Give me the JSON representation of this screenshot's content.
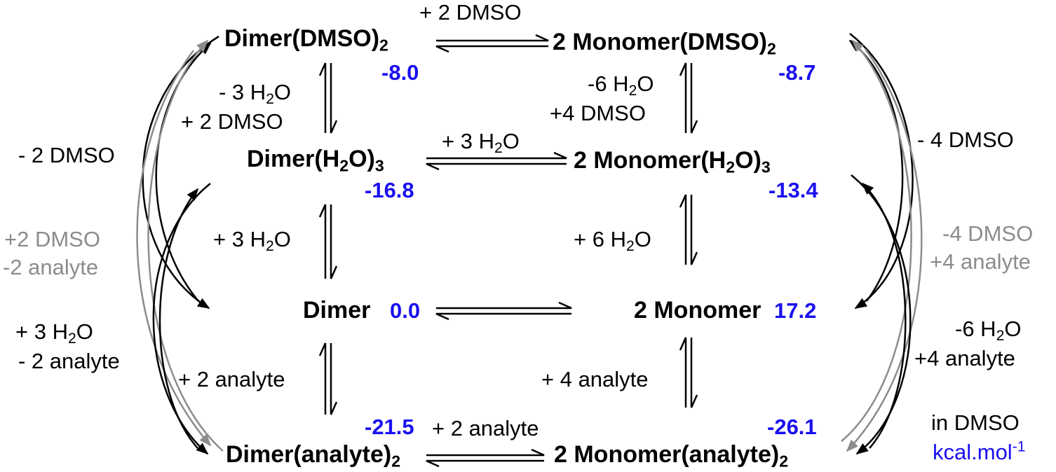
{
  "species": {
    "dimer_dmso": {
      "text": "Dimer(DMSO)",
      "sub": "2"
    },
    "monomer_dmso": {
      "text": "2 Monomer(DMSO)",
      "sub": "2"
    },
    "dimer_h2o": {
      "pre": "Dimer(H",
      "mid": "O)",
      "sub1": "2",
      "sub2": "3"
    },
    "monomer_h2o": {
      "pre": "2 Monomer(H",
      "mid": "O)",
      "sub1": "2",
      "sub2": "3"
    },
    "dimer": {
      "text": "Dimer"
    },
    "monomer": {
      "text": "2 Monomer"
    },
    "dimer_analyte": {
      "text": "Dimer(analyte)",
      "sub": "2"
    },
    "monomer_analyte": {
      "text": "2 Monomer(analyte)",
      "sub": "2"
    }
  },
  "energies": {
    "dimer_dmso": "-8.0",
    "monomer_dmso": "-8.7",
    "dimer_h2o": "-16.8",
    "monomer_h2o": "-13.4",
    "dimer": "0.0",
    "monomer": "17.2",
    "dimer_analyte": "-21.5",
    "monomer_analyte": "-26.1"
  },
  "conditions": {
    "top": "+ 2 DMSO",
    "h2o_top_pre": "+ 3 H",
    "h2o_top_post": "O",
    "h2o_top_sub": "2",
    "bottom": "+ 2 analyte",
    "left1_a_pre": "- 3 H",
    "left1_a_post": "O",
    "left1_a_sub": "2",
    "left1_b": "+ 2 DMSO",
    "left2_pre": "+ 3 H",
    "left2_post": "O",
    "left2_sub": "2",
    "left3": "+ 2 analyte",
    "right1_a_pre": "-6 H",
    "right1_a_post": "O",
    "right1_a_sub": "2",
    "right1_b": "+4 DMSO",
    "right2_pre": "+ 6 H",
    "right2_post": "O",
    "right2_sub": "2",
    "right3": "+ 4 analyte",
    "far_left_1": "- 2 DMSO",
    "far_left_2a": "+2 DMSO",
    "far_left_2b": "-2 analyte",
    "far_left_3a_pre": "+ 3 H",
    "far_left_3a_post": "O",
    "far_left_3a_sub": "2",
    "far_left_3b": "- 2 analyte",
    "far_right_1": "- 4 DMSO",
    "far_right_2a": "-4 DMSO",
    "far_right_2b": "+4 analyte",
    "far_right_3a_pre": "-6 H",
    "far_right_3a_post": "O",
    "far_right_3a_sub": "2",
    "far_right_3b": "+4 analyte"
  },
  "footer": {
    "solvent": "in DMSO",
    "unit_main": "kcal.mol",
    "unit_exp": "-1"
  },
  "colors": {
    "energy": "#1a0ff0",
    "gray_path": "#8c8c8c",
    "black": "#000000"
  }
}
